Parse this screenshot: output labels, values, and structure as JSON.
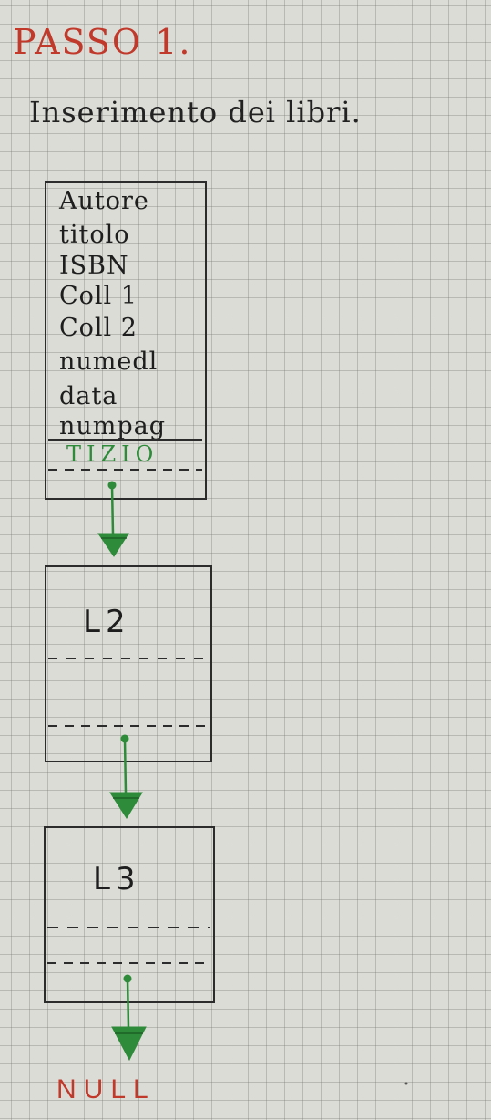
{
  "heading": "PASSO 1.",
  "caption": "Inserimento dei libri.",
  "node1": {
    "fields": [
      "Autore",
      "titolo",
      "ISBN",
      "Coll 1",
      "Coll 2",
      "numedl",
      "data",
      "numpag"
    ],
    "pointer": "TIZIO"
  },
  "node2": {
    "label": "L2"
  },
  "node3": {
    "label": "L3"
  },
  "terminal": "NULL",
  "colors": {
    "ink": "#1e1e1e",
    "heading_red": "#c0392b",
    "pointer_green": "#2e8b3a"
  }
}
